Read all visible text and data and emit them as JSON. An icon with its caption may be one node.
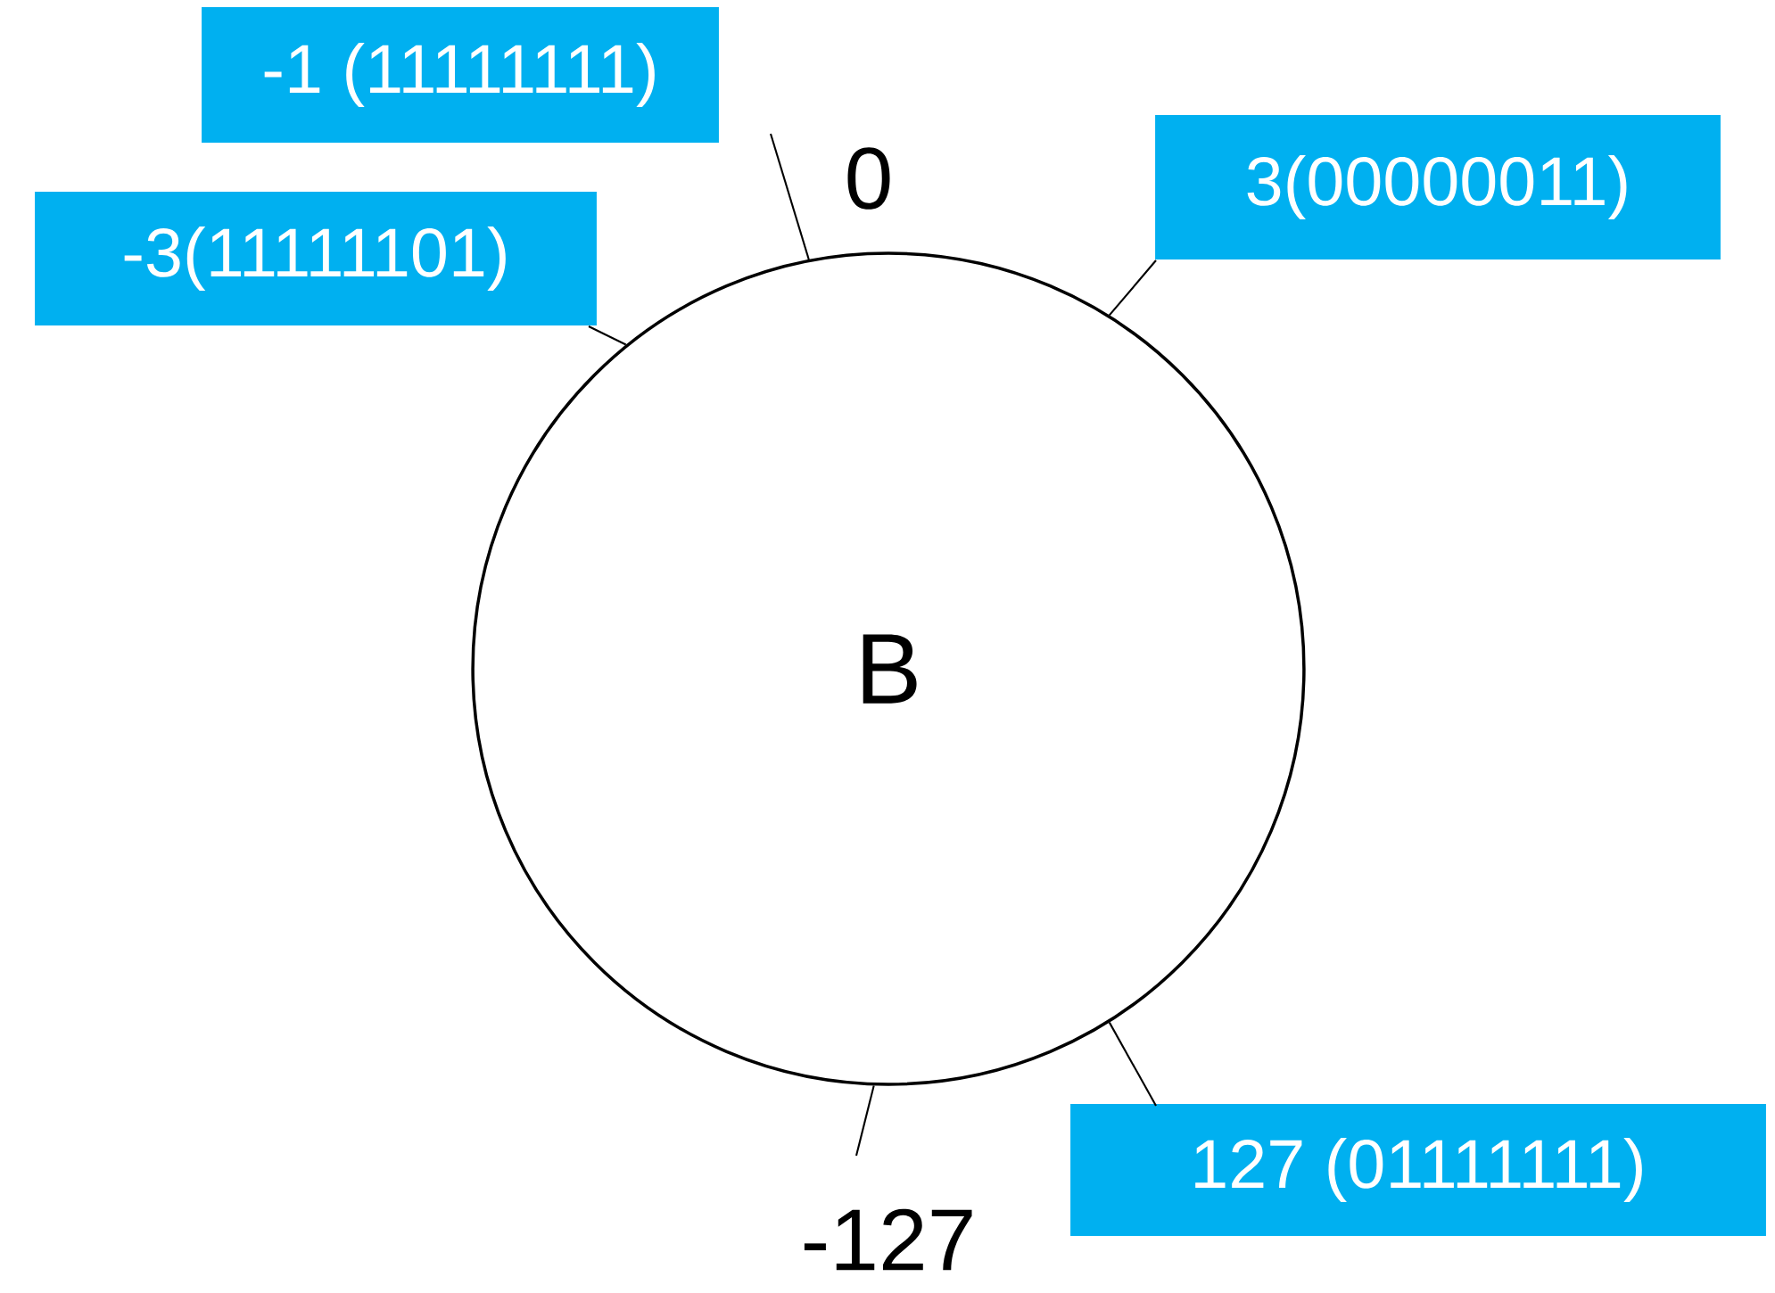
{
  "diagram": {
    "nodes": [
      {
        "text": [
          "-1 (11111111)"
        ]
      },
      {
        "text": [
          "3(00000011)"
        ]
      },
      {
        "text": [
          "-3(11111101)"
        ]
      },
      {
        "text": [
          "B"
        ]
      },
      {
        "text": [
          "127 (01111111)"
        ]
      },
      {
        "text": [
          "-127"
        ]
      }
    ],
    "edges": [
      {
        "from": 0,
        "to": 3,
        "arrow": "none"
      },
      {
        "from": 1,
        "to": 3,
        "arrow": "none"
      },
      {
        "from": 2,
        "to": 3,
        "arrow": "none"
      },
      {
        "from": 4,
        "to": 3,
        "arrow": "none"
      },
      {
        "from": 5,
        "to": 3,
        "arrow": "none"
      }
    ],
    "labels": [
      "0"
    ]
  }
}
